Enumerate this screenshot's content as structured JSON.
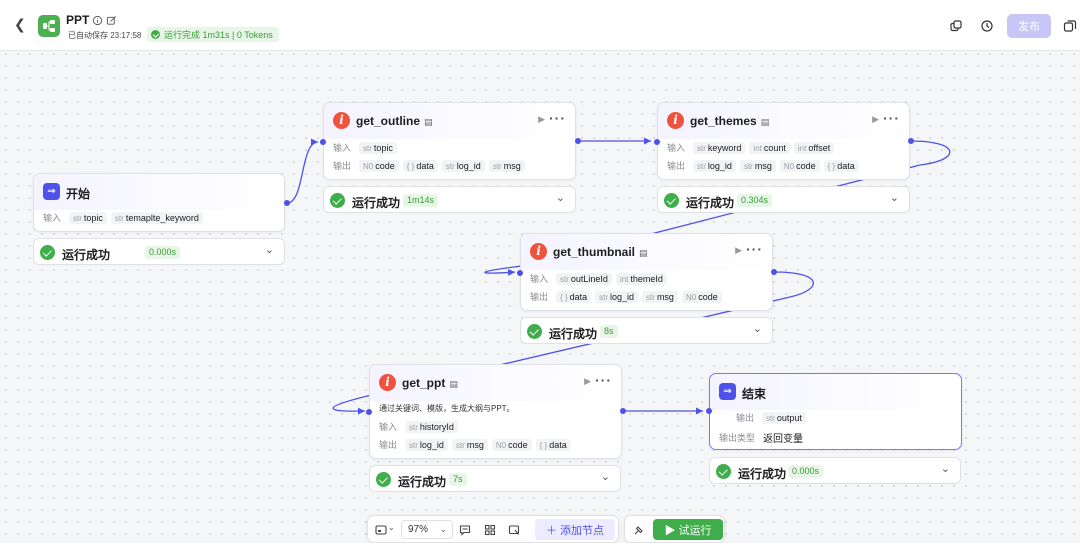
{
  "header": {
    "back_icon": "chevron-left-icon",
    "app_icon": "workflow-icon",
    "title": "PPT",
    "autosave": "已自动保存 23:17:58",
    "run_status": "运行完成 1m31s | 0 Tokens",
    "publish_label": "发布",
    "icons": [
      "copy-icon",
      "history-icon",
      "duplicate-icon"
    ]
  },
  "nodes": {
    "start": {
      "title": "开始",
      "inputs_label": "输入",
      "inputs": [
        {
          "type": "str",
          "name": "topic"
        },
        {
          "type": "str",
          "name": "temaplte_keyword"
        }
      ],
      "status": "运行成功",
      "duration": "0.000s"
    },
    "get_outline": {
      "title": "get_outline",
      "inputs_label": "输入",
      "outputs_label": "输出",
      "inputs": [
        {
          "type": "str",
          "name": "topic"
        }
      ],
      "outputs": [
        {
          "type": "N0",
          "name": "code"
        },
        {
          "type": "{ }",
          "name": "data"
        },
        {
          "type": "str",
          "name": "log_id"
        },
        {
          "type": "str",
          "name": "msg"
        }
      ],
      "status": "运行成功",
      "duration": "1m14s"
    },
    "get_themes": {
      "title": "get_themes",
      "inputs_label": "输入",
      "outputs_label": "输出",
      "inputs": [
        {
          "type": "str",
          "name": "keyword"
        },
        {
          "type": "int",
          "name": "count"
        },
        {
          "type": "int",
          "name": "offset"
        }
      ],
      "outputs": [
        {
          "type": "str",
          "name": "log_id"
        },
        {
          "type": "str",
          "name": "msg"
        },
        {
          "type": "N0",
          "name": "code"
        },
        {
          "type": "{ }",
          "name": "data"
        }
      ],
      "status": "运行成功",
      "duration": "0.304s"
    },
    "get_thumbnail": {
      "title": "get_thumbnail",
      "inputs_label": "输入",
      "outputs_label": "输出",
      "inputs": [
        {
          "type": "str",
          "name": "outLineId"
        },
        {
          "type": "int",
          "name": "themeId"
        }
      ],
      "outputs": [
        {
          "type": "{ }",
          "name": "data"
        },
        {
          "type": "str",
          "name": "log_id"
        },
        {
          "type": "str",
          "name": "msg"
        },
        {
          "type": "N0",
          "name": "code"
        }
      ],
      "status": "运行成功",
      "duration": "8s"
    },
    "get_ppt": {
      "title": "get_ppt",
      "description": "通过关键词、模版，生成大纲与PPT。",
      "inputs_label": "输入",
      "outputs_label": "输出",
      "inputs": [
        {
          "type": "str",
          "name": "historyId"
        }
      ],
      "outputs": [
        {
          "type": "str",
          "name": "log_id"
        },
        {
          "type": "str",
          "name": "msg"
        },
        {
          "type": "N0",
          "name": "code"
        },
        {
          "type": "{ }",
          "name": "data"
        }
      ],
      "status": "运行成功",
      "duration": "7s"
    },
    "end": {
      "title": "结束",
      "outputs_label": "输出",
      "outputs": [
        {
          "type": "str",
          "name": "output"
        }
      ],
      "output_type_label": "输出类型",
      "output_type_value": "返回变量",
      "status": "运行成功",
      "duration": "0.000s"
    }
  },
  "toolbar": {
    "zoom": "97%",
    "add_node_label": "添加节点",
    "trial_run_label": "试运行"
  },
  "colors": {
    "accent": "#4f52e6",
    "success": "#3fae4a",
    "plugin": "#f0533d",
    "publish_disabled": "#c8c6f6"
  }
}
